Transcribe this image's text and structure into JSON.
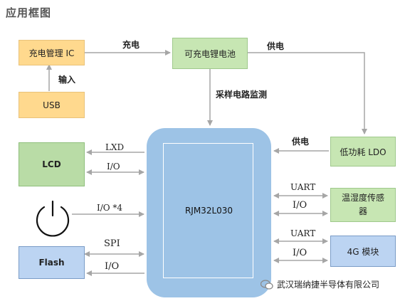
{
  "title": "应用框图",
  "blocks": {
    "charger_ic": "充电管理 IC",
    "usb": "USB",
    "battery": "可充电锂电池",
    "ldo": "低功耗 LDO",
    "lcd": "LCD",
    "flash": "Flash",
    "mcu": "RJM32L030",
    "temp_sensor": "温湿度传感器",
    "module_4g": "4G 模块"
  },
  "edge_labels": {
    "charge": "充电",
    "input": "输入",
    "supply_top": "供电",
    "sampling": "采样电路监测",
    "supply_ldo": "供电",
    "lxd": "LXD",
    "lcd_io": "I/O",
    "button_io": "I/O *4",
    "spi": "SPI",
    "flash_io": "I/O",
    "sensor_uart": "UART",
    "sensor_io": "I/O",
    "g4_uart": "UART",
    "g4_io": "I/O"
  },
  "icons": {
    "power": "power-button-icon",
    "wechat": "wechat-icon"
  },
  "watermark": "武汉瑞纳捷半导体有限公司",
  "colors": {
    "orange": "#ffd98e",
    "green": "#c7e6b3",
    "blue": "#bcd4f2",
    "mcu": "#9dc3e6",
    "arrow": "#a6a6a6"
  }
}
